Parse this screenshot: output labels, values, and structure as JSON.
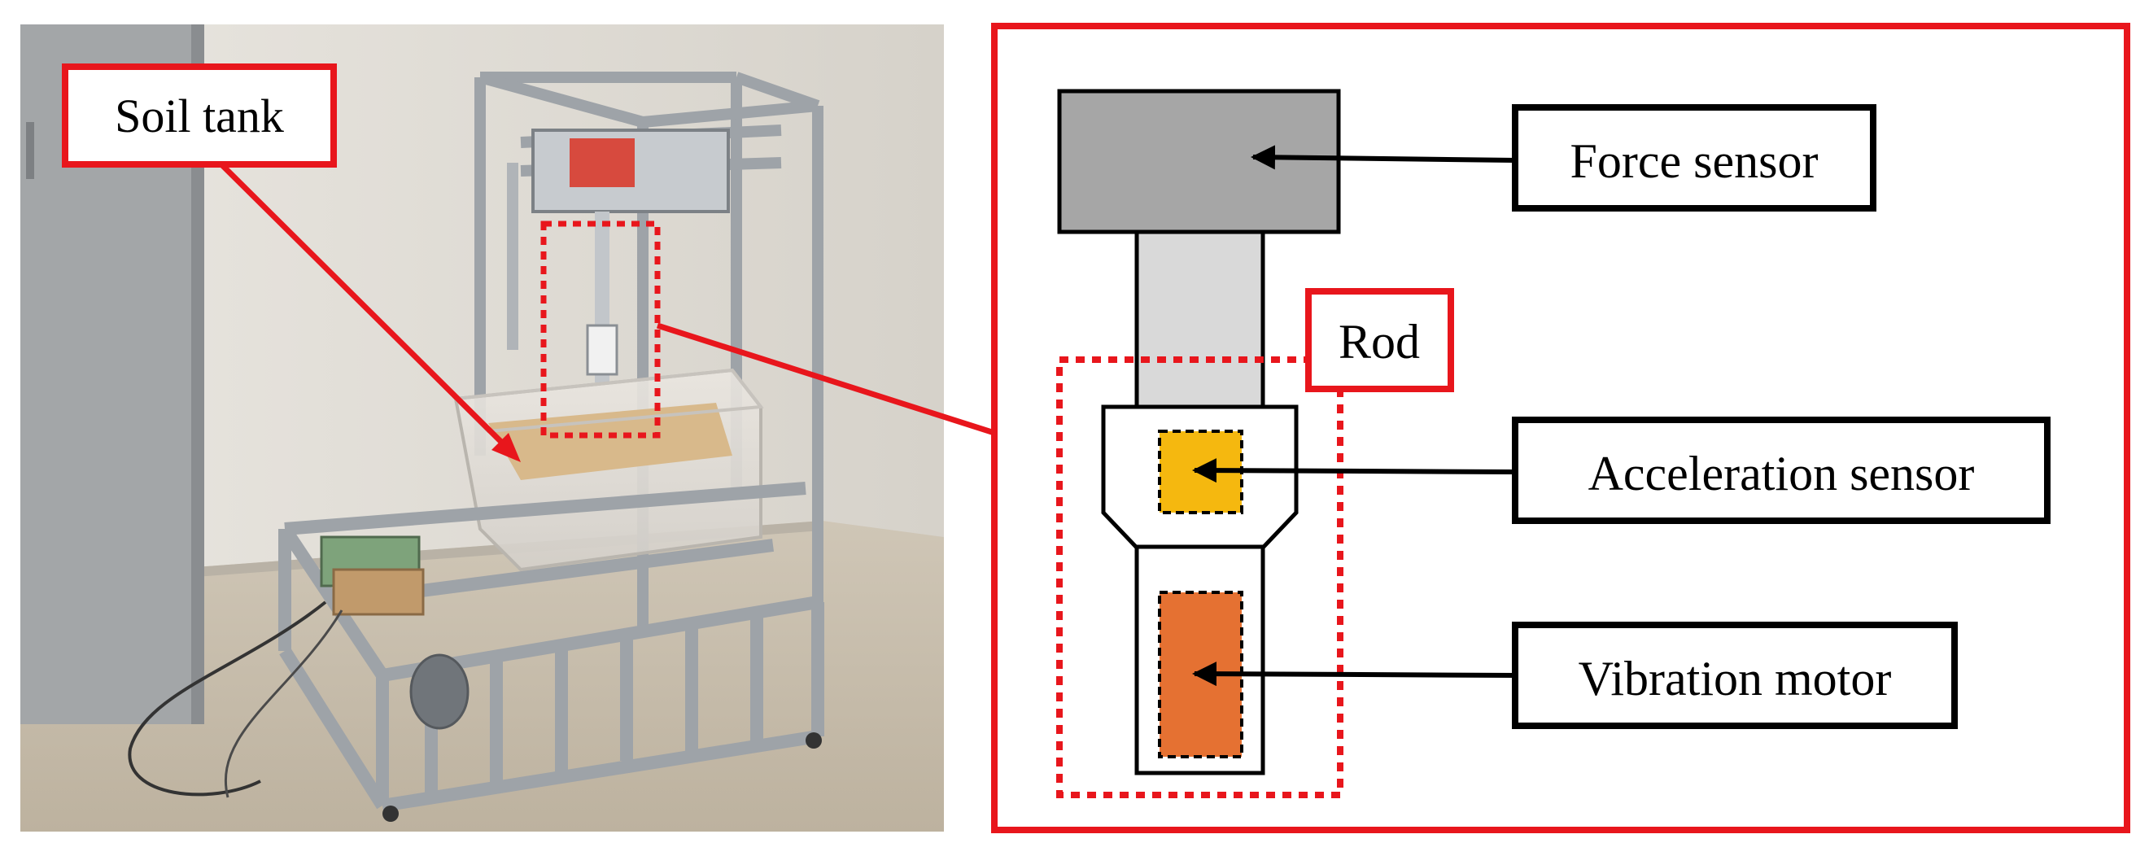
{
  "photo_panel": {
    "callout_label": "Soil tank"
  },
  "schematic_panel": {
    "labels": {
      "force_sensor": "Force sensor",
      "rod": "Rod",
      "acceleration_sensor": "Acceleration sensor",
      "vibration_motor": "Vibration motor"
    }
  },
  "colors": {
    "frame_red": "#e8161c",
    "highlight_red": "#e8161c",
    "force_sensor_fill": "#a6a6a6",
    "rod_fill": "#d9d9d9",
    "acceleration_sensor_fill": "#f5b80f",
    "vibration_motor_fill": "#e57132",
    "wall": "#dedad2",
    "floor": "#c9bfad",
    "door": "#9fa2a4",
    "aluminum": "#b8bcc0",
    "soil": "#d8b98b"
  },
  "icons": {
    "leader_arrow": "arrow-left-icon"
  }
}
